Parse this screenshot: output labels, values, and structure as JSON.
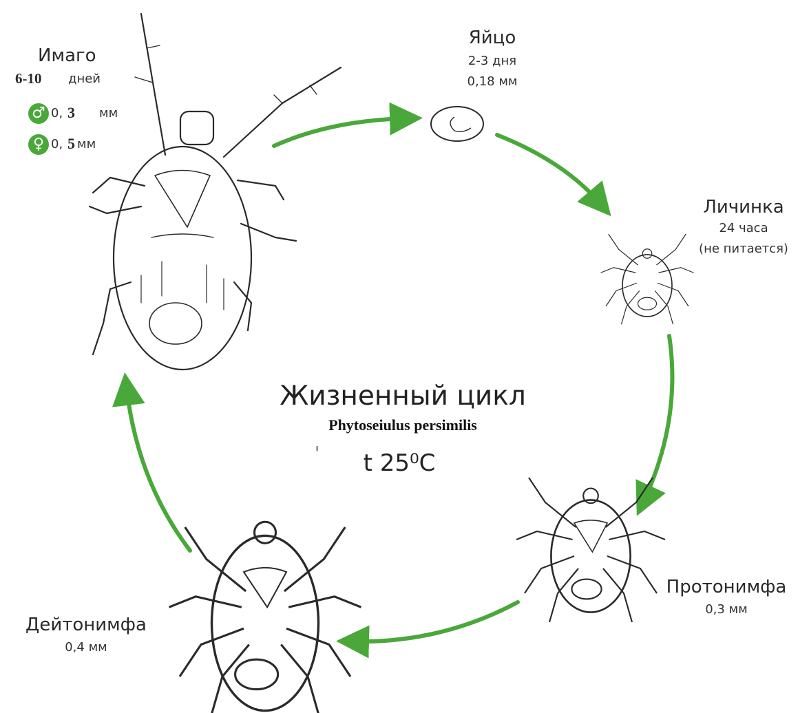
{
  "colors": {
    "arrow": "#4aa83a",
    "icon_bg": "#4aa83a",
    "ink": "#2a2a2a"
  },
  "center": {
    "title": "Жизненный цикл",
    "species": "Phytoseiulus persimilis",
    "mark": "ٰ",
    "temperature": "t 25⁰C"
  },
  "stages": {
    "imago": {
      "name": "Имаго",
      "days_num": "6-10",
      "days_unit": "дней",
      "male": {
        "icon": "male-symbol-icon",
        "glyph": "♂",
        "prefix": "0,",
        "value": "3",
        "unit": "мм"
      },
      "female": {
        "icon": "female-symbol-icon",
        "glyph": "♀",
        "prefix": "0,",
        "value": "5",
        "unit": "мм"
      }
    },
    "egg": {
      "name": "Яйцо",
      "duration": "2-3 дня",
      "size": "0,18 мм"
    },
    "larva": {
      "name": "Личинка",
      "duration": "24 часа",
      "note": "(не питается)"
    },
    "protonymph": {
      "name": "Протонимфа",
      "size": "0,3 мм"
    },
    "deutonymph": {
      "name": "Дейтонимфа",
      "size": "0,4 мм"
    }
  },
  "illustrations": [
    "adult-mite-illustration",
    "egg-illustration",
    "larva-illustration",
    "protonymph-illustration",
    "deutonymph-illustration"
  ]
}
